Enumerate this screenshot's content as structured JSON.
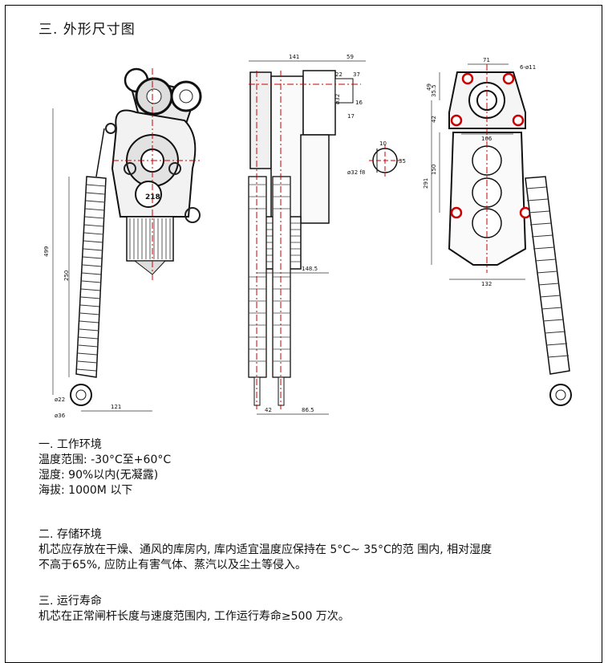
{
  "heading": "三.  外形尺寸图",
  "dims": {
    "d499": "499",
    "d250": "250",
    "d121": "121",
    "d22": "ø22",
    "d36": "ø36",
    "d218": "218",
    "d141": "141",
    "d59": "59",
    "d22b": "22",
    "d37": "37",
    "d32": "ø32",
    "d16": "16",
    "d17": "17",
    "d10": "10",
    "d35": "35",
    "d32f": "ø32 f8",
    "d1485": "148.5",
    "d42": "42",
    "d865": "86.5",
    "d71": "71",
    "d6": "6-ø11",
    "d49": "49",
    "d355": "35.5",
    "d42b": "42",
    "d106": "106",
    "d150": "150",
    "d291": "291",
    "d132": "132"
  },
  "sections": {
    "env": {
      "title": "一. 工作环境",
      "temp": "温度范围: -30°C至+60°C",
      "humidity": "湿度:  90%以内(无凝露)",
      "altitude": "海拔:  1000M 以下"
    },
    "storage": {
      "title": "二. 存储环境",
      "line1": "机芯应存放在干燥、通风的库房内,  库内适宜温度应保持在 5°C~ 35°C的范 围内, 相对湿度",
      "line2": "不高于65%, 应防止有害气体、蒸汽以及尘土等侵入。"
    },
    "life": {
      "title": "三. 运行寿命",
      "line1": "机芯在正常闸杆长度与速度范围内, 工作运行寿命≥500 万次。"
    }
  }
}
